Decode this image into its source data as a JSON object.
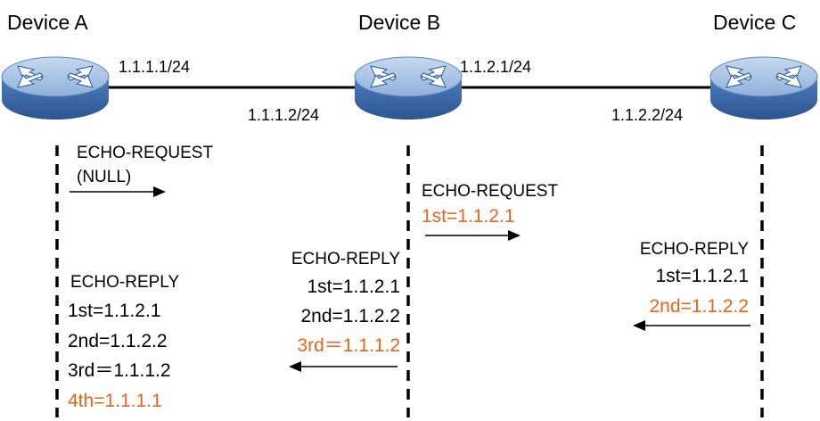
{
  "devices": [
    {
      "id": "a",
      "name": "Device A"
    },
    {
      "id": "b",
      "name": "Device B"
    },
    {
      "id": "c",
      "name": "Device C"
    }
  ],
  "links": [
    {
      "left_ip": "1.1.1.1/24",
      "right_ip": "1.1.1.2/24"
    },
    {
      "left_ip": "1.1.2.1/24",
      "right_ip": "1.1.2.2/24"
    }
  ],
  "messages": {
    "a_request": {
      "title": "ECHO-REQUEST",
      "payload": "(NULL)"
    },
    "b_request": {
      "title": "ECHO-REQUEST",
      "entry1": "1st=1.1.2.1"
    },
    "c_reply": {
      "title": "ECHO-REPLY",
      "entry1": "1st=1.1.2.1",
      "entry2": "2nd=1.1.2.2"
    },
    "b_reply": {
      "title": "ECHO-REPLY",
      "entry1": "1st=1.1.2.1",
      "entry2": "2nd=1.1.2.2",
      "entry3": "3rd＝1.1.1.2"
    },
    "a_reply": {
      "title": "ECHO-REPLY",
      "entry1": "1st=1.1.2.1",
      "entry2": "2nd=1.1.2.2",
      "entry3": "3rd＝1.1.1.2",
      "entry4": "4th=1.1.1.1"
    }
  },
  "colors": {
    "text": "#000000",
    "highlight": "#e8641b",
    "router_body": "#4d7ab8",
    "router_top": "#a9c4e4",
    "router_edge": "#2d5a96"
  }
}
